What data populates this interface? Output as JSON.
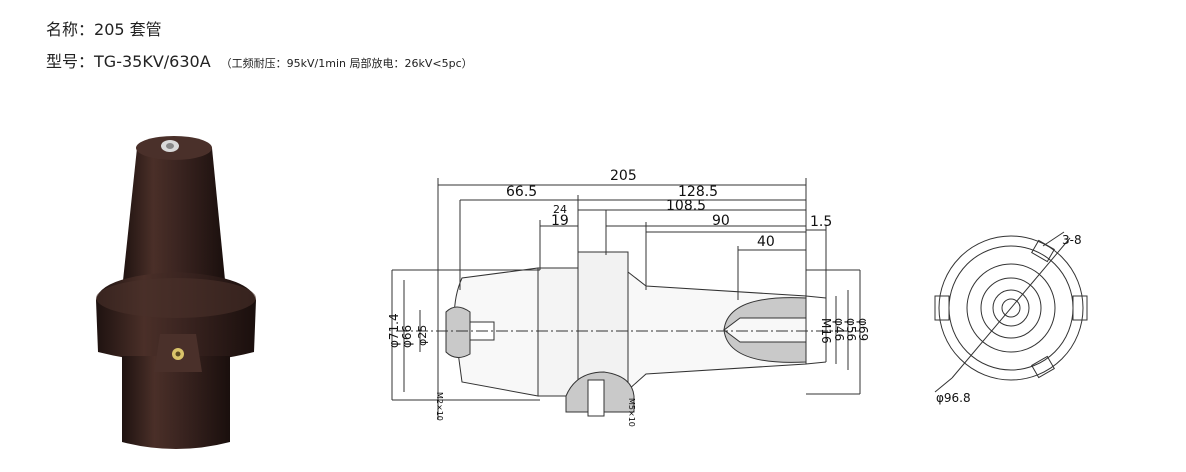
{
  "header": {
    "name_label": "名称：",
    "name_value": "205 套管",
    "model_label": "型号：",
    "model_value": "TG-35KV/630A",
    "test_note": "（工频耐压：95kV/1min  局部放电：26kV<5pc）"
  },
  "drawing": {
    "dim_total_length": "205",
    "dim_66_5": "66.5",
    "dim_128_5": "128.5",
    "dim_24": "24",
    "dim_108_5": "108.5",
    "dim_19": "19",
    "dim_90": "90",
    "dim_1_5": "1.5",
    "dim_40": "40",
    "dia_71_4": "φ71.4",
    "dia_66": "φ66",
    "dia_25": "φ25",
    "thread_m2": "M2×10",
    "thread_m5": "M5×10",
    "thread_m16": "M16",
    "dia_46": "φ46",
    "dia_56": "φ56",
    "dia_69": "φ69",
    "end_slot": "3-8",
    "end_dia": "φ96.8"
  },
  "colors": {
    "bushing_body": "#3a2420",
    "drawing_line": "#333333",
    "hatch_fill": "#c9c9c9"
  }
}
